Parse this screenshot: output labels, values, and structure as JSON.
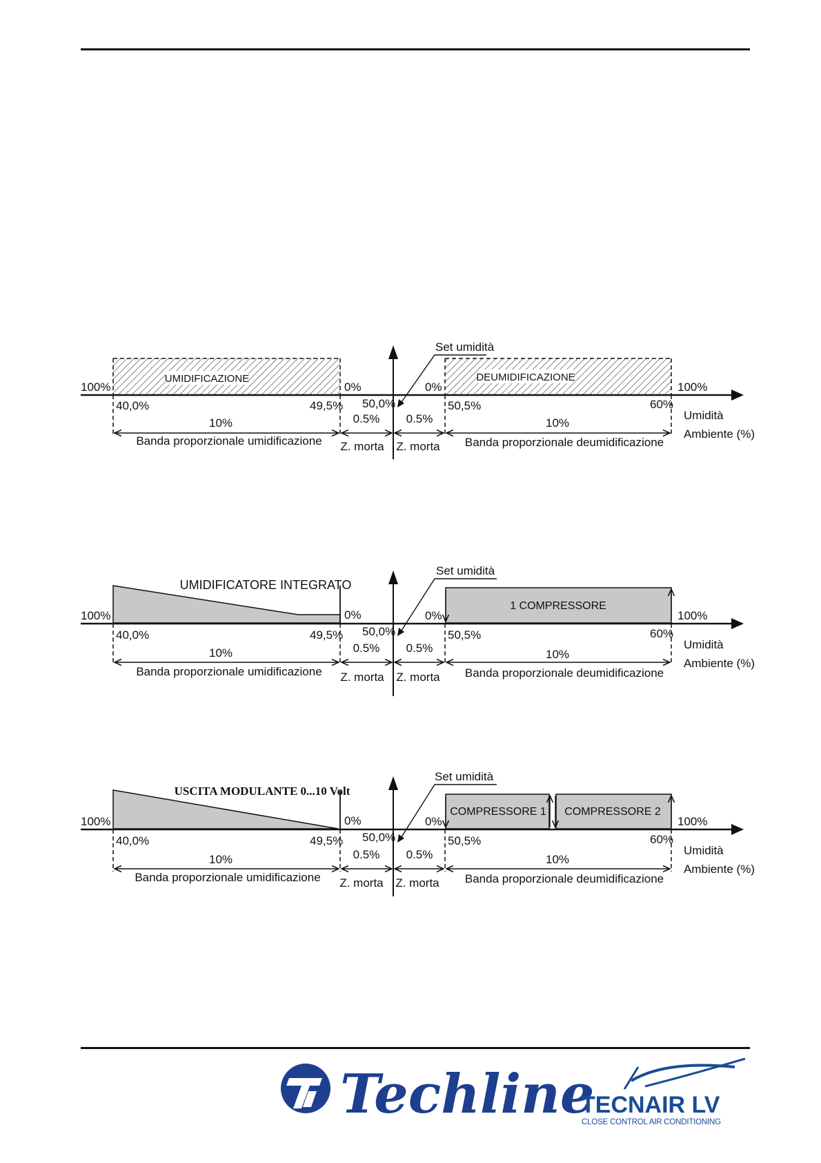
{
  "diagrams": [
    {
      "set_label": "Set umidità",
      "left_full": "100%",
      "right_full": "100%",
      "left_zero": "0%",
      "right_zero": "0%",
      "center_value": "50,0%",
      "left_start": "40,0%",
      "left_end": "49,5%",
      "right_start": "50,5%",
      "right_end": "60%",
      "band_left_width": "10%",
      "band_right_width": "10%",
      "dead_left": "0.5%",
      "dead_right": "0.5%",
      "band_left_label": "Banda proporzionale umidificazione",
      "band_right_label": "Banda proporzionale deumidificazione",
      "dead_label_left": "Z. morta",
      "dead_label_right": "Z. morta",
      "axis_label_1": "Umidità",
      "axis_label_2": "Ambiente (%)",
      "left_area_label": "UMIDIFICAZIONE",
      "right_area_label": "DEUMIDIFICAZIONE"
    },
    {
      "set_label": "Set umidità",
      "left_full": "100%",
      "right_full": "100%",
      "left_zero": "0%",
      "right_zero": "0%",
      "center_value": "50,0%",
      "left_start": "40,0%",
      "left_end": "49,5%",
      "right_start": "50,5%",
      "right_end": "60%",
      "band_left_width": "10%",
      "band_right_width": "10%",
      "dead_left": "0.5%",
      "dead_right": "0.5%",
      "band_left_label": "Banda proporzionale umidificazione",
      "band_right_label": "Banda proporzionale deumidificazione",
      "dead_label_left": "Z. morta",
      "dead_label_right": "Z. morta",
      "axis_label_1": "Umidità",
      "axis_label_2": "Ambiente (%)",
      "left_area_label": "UMIDIFICATORE INTEGRATO",
      "compressor_label": "1 COMPRESSORE"
    },
    {
      "set_label": "Set umidità",
      "left_full": "100%",
      "right_full": "100%",
      "left_zero": "0%",
      "right_zero": "0%",
      "center_value": "50,0%",
      "left_start": "40,0%",
      "left_end": "49,5%",
      "right_start": "50,5%",
      "right_end": "60%",
      "band_left_width": "10%",
      "band_right_width": "10%",
      "dead_left": "0.5%",
      "dead_right": "0.5%",
      "band_left_label": "Banda proporzionale umidificazione",
      "band_right_label": "Banda proporzionale deumidificazione",
      "dead_label_left": "Z. morta",
      "dead_label_right": "Z. morta",
      "axis_label_1": "Umidità",
      "axis_label_2": "Ambiente (%)",
      "left_area_label": "USCITA MODULANTE 0...10 Volt",
      "compressor_1_label": "COMPRESSORE 1",
      "compressor_2_label": "COMPRESSORE 2"
    }
  ],
  "footer": {
    "techline_logo": "Techline",
    "tecnair_logo": "TECNAIR LV",
    "tecnair_tagline": "CLOSE CONTROL AIR CONDITIONING"
  },
  "colors": {
    "fill_grey": "#c8c8c8",
    "techline_blue": "#1e3f8f",
    "tecnair_blue": "#1a4c95"
  }
}
